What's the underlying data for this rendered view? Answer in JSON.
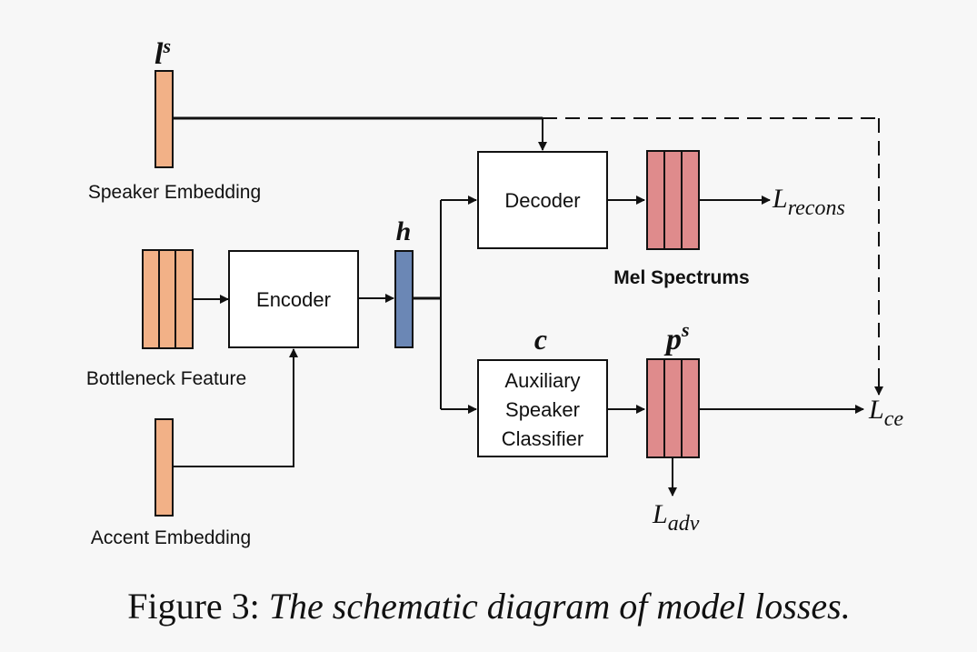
{
  "diagram": {
    "symbols": {
      "speaker_sym_base": "l",
      "speaker_sym_sup": "s",
      "hidden_sym": "h",
      "class_sym": "c",
      "prob_sym_base": "p",
      "prob_sym_sup": "s"
    },
    "labels": {
      "speaker_embedding": "Speaker Embedding",
      "bottleneck_feature": "Bottleneck Feature",
      "accent_embedding": "Accent Embedding",
      "mel_spectrums": "Mel Spectrums"
    },
    "blocks": {
      "encoder": "Encoder",
      "decoder": "Decoder",
      "classifier_line1": "Auxiliary",
      "classifier_line2": "Speaker",
      "classifier_line3": "Classifier"
    },
    "losses": {
      "recons_base": "L",
      "recons_sub": "recons",
      "ce_base": "L",
      "ce_sub": "ce",
      "adv_base": "L",
      "adv_sub": "adv"
    },
    "colors": {
      "embedding_fill": "#f2b187",
      "hidden_fill": "#6b87b5",
      "mel_fill": "#df8b8c",
      "stroke": "#111111"
    }
  },
  "caption": {
    "prefix": "Figure 3: ",
    "text": "The schematic diagram of model losses."
  }
}
